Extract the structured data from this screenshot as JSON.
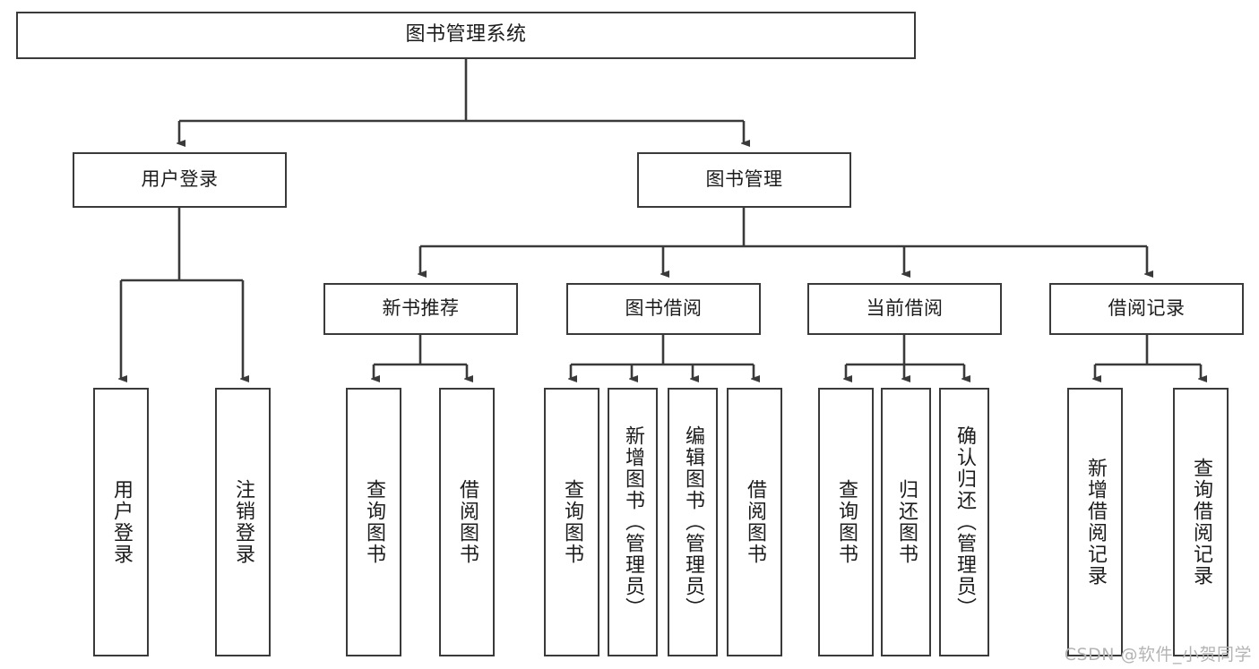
{
  "diagram": {
    "type": "tree-hierarchy",
    "title": "图书管理系统",
    "root": {
      "label": "图书管理系统"
    },
    "level2": [
      {
        "label": "用户登录"
      },
      {
        "label": "图书管理"
      }
    ],
    "level3": [
      {
        "label": "新书推荐"
      },
      {
        "label": "图书借阅"
      },
      {
        "label": "当前借阅"
      },
      {
        "label": "借阅记录"
      }
    ],
    "leaves": {
      "user_login": [
        {
          "label": "用户登录"
        },
        {
          "label": "注销登录"
        }
      ],
      "new_book_recommend": [
        {
          "label": "查询图书"
        },
        {
          "label": "借阅图书"
        }
      ],
      "book_borrow": [
        {
          "label": "查询图书"
        },
        {
          "label": "新增图书（管理员）"
        },
        {
          "label": "编辑图书（管理员）"
        },
        {
          "label": "借阅图书"
        }
      ],
      "current_borrow": [
        {
          "label": "查询图书"
        },
        {
          "label": "归还图书"
        },
        {
          "label": "确认归还（管理员）"
        }
      ],
      "borrow_record": [
        {
          "label": "新增借阅记录"
        },
        {
          "label": "查询借阅记录"
        }
      ]
    }
  },
  "watermark": {
    "text": "CSDN @软件_小贺同学"
  },
  "colors": {
    "stroke": "#3a3a3a",
    "background": "#ffffff",
    "text": "#1c1c1c",
    "watermark": "#b4b4b4"
  }
}
